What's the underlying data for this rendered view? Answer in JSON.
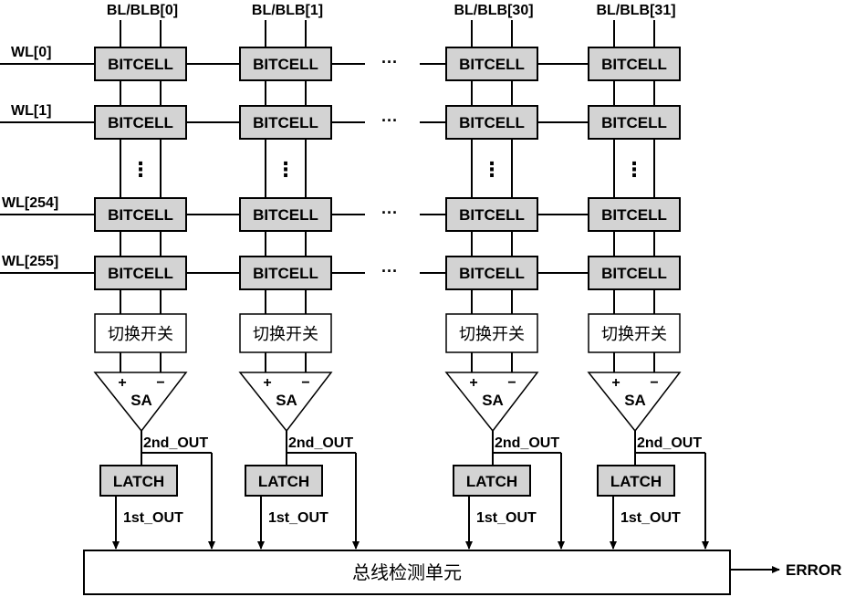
{
  "columns": [
    {
      "bitline_label": "BL/BLB[0]"
    },
    {
      "bitline_label": "BL/BLB[1]"
    },
    {
      "bitline_label": "BL/BLB[30]"
    },
    {
      "bitline_label": "BL/BLB[31]"
    }
  ],
  "wordlines": [
    "WL[0]",
    "WL[1]",
    "WL[254]",
    "WL[255]"
  ],
  "bitcell_label": "BITCELL",
  "switch_label": "切换开关",
  "sa_label": "SA",
  "sa_plus": "+",
  "sa_minus": "−",
  "second_out_label": "2nd_OUT",
  "latch_label": "LATCH",
  "first_out_label": "1st_OUT",
  "bus_label": "总线检测单元",
  "error_label": "ERROR",
  "vertical_ellipsis": "⋮",
  "horizontal_ellipsis": "···"
}
